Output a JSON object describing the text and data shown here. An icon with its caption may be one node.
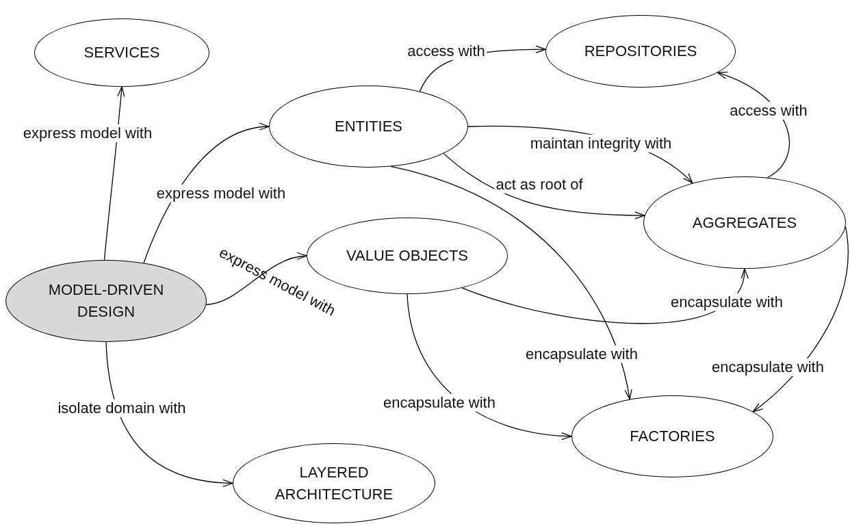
{
  "diagram": {
    "nodes": [
      {
        "text": [
          "SERVICES"
        ]
      },
      {
        "text": [
          "REPOSITORIES"
        ]
      },
      {
        "text": [
          "ENTITIES"
        ]
      },
      {
        "text": [
          "AGGREGATES"
        ]
      },
      {
        "text": [
          "VALUE OBJECTS"
        ]
      },
      {
        "text": [
          "MODEL-DRIVEN DESIGN"
        ]
      },
      {
        "text": [
          "FACTORIES"
        ]
      },
      {
        "text": [
          "LAYERED ARCHITECTURE"
        ]
      }
    ],
    "edges": [
      {
        "from": 5,
        "to": 0,
        "arrow": "to",
        "label": "express model with"
      },
      {
        "from": 5,
        "to": 2,
        "arrow": "to",
        "label": "express model with"
      },
      {
        "from": 5,
        "to": 4,
        "arrow": "to",
        "label": "express model with"
      },
      {
        "from": 5,
        "to": 7,
        "arrow": "to",
        "label": "isolate domain with"
      },
      {
        "from": 2,
        "to": 1,
        "arrow": "to",
        "label": "access with"
      },
      {
        "from": 2,
        "to": 3,
        "arrow": "to",
        "label": "maintan integrity with"
      },
      {
        "from": 2,
        "to": 3,
        "arrow": "to",
        "label": "act as root of"
      },
      {
        "from": 2,
        "to": 6,
        "arrow": "to",
        "label": "encapsulate with"
      },
      {
        "from": 3,
        "to": 1,
        "arrow": "to",
        "label": "access with"
      },
      {
        "from": 4,
        "to": 3,
        "arrow": "to",
        "label": "encapsulate with"
      },
      {
        "from": 4,
        "to": 6,
        "arrow": "to",
        "label": "encapsulate with"
      },
      {
        "from": 3,
        "to": 6,
        "arrow": "to",
        "label": "encapsulate with"
      }
    ]
  }
}
